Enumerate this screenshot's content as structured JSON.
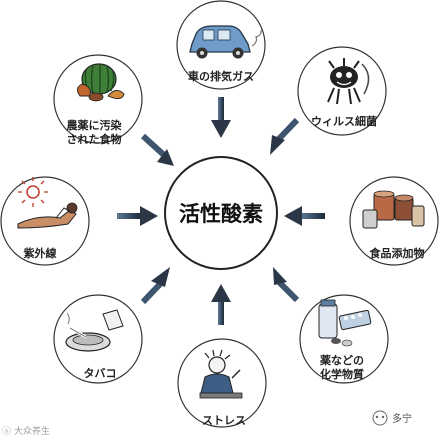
{
  "center": {
    "label": "活性酸素"
  },
  "nodes": [
    {
      "id": "exhaust",
      "lines": [
        "車の排気ガス"
      ],
      "icon": "car-icon"
    },
    {
      "id": "virus",
      "lines": [
        "ウィルス細菌"
      ],
      "icon": "germ-icon"
    },
    {
      "id": "additives",
      "lines": [
        "食品添加物"
      ],
      "icon": "canned-food-icon"
    },
    {
      "id": "medicine",
      "lines": [
        "薬などの",
        "化学物質"
      ],
      "icon": "pills-icon"
    },
    {
      "id": "stress",
      "lines": [
        "ストレス"
      ],
      "icon": "stressed-person-icon"
    },
    {
      "id": "tobacco",
      "lines": [
        "タバコ"
      ],
      "icon": "ashtray-icon"
    },
    {
      "id": "uv",
      "lines": [
        "紫外線"
      ],
      "icon": "sunbathing-icon"
    },
    {
      "id": "pesticide",
      "lines": [
        "農薬に汚染",
        "された食物"
      ],
      "icon": "produce-icon"
    }
  ],
  "watermark_left": "大众养生",
  "watermark_right": "多宁",
  "colors": {
    "arrow": "#2e3b4e",
    "circle_border": "#222222"
  }
}
